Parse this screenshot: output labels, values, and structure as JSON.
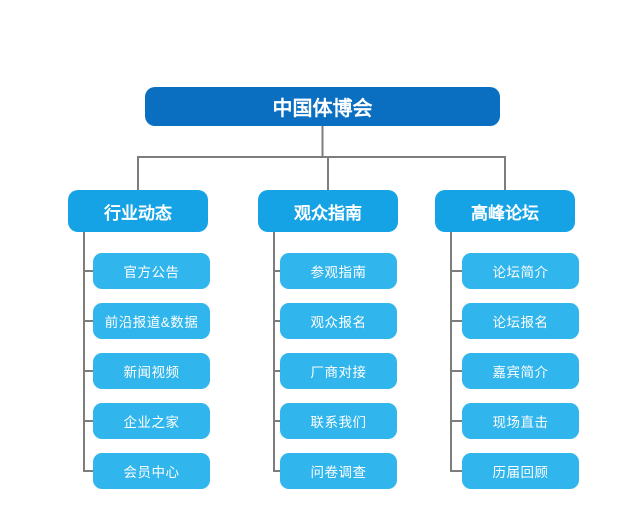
{
  "tree": {
    "root": {
      "label": "中国体博会"
    },
    "branches": [
      {
        "label": "行业动态",
        "children": [
          "官方公告",
          "前沿报道&数据",
          "新闻视频",
          "企业之家",
          "会员中心"
        ]
      },
      {
        "label": "观众指南",
        "children": [
          "参观指南",
          "观众报名",
          "厂商对接",
          "联系我们",
          "问卷调查"
        ]
      },
      {
        "label": "高峰论坛",
        "children": [
          "论坛简介",
          "论坛报名",
          "嘉宾简介",
          "现场直击",
          "历届回顾"
        ]
      }
    ]
  },
  "colors": {
    "root-node": "#0a6fc0",
    "branch-node": "#16a3e5",
    "child-node": "#30b5ec",
    "connector": "#7d7d7d",
    "node-text": "#ffffff",
    "background": "#ffffff"
  }
}
